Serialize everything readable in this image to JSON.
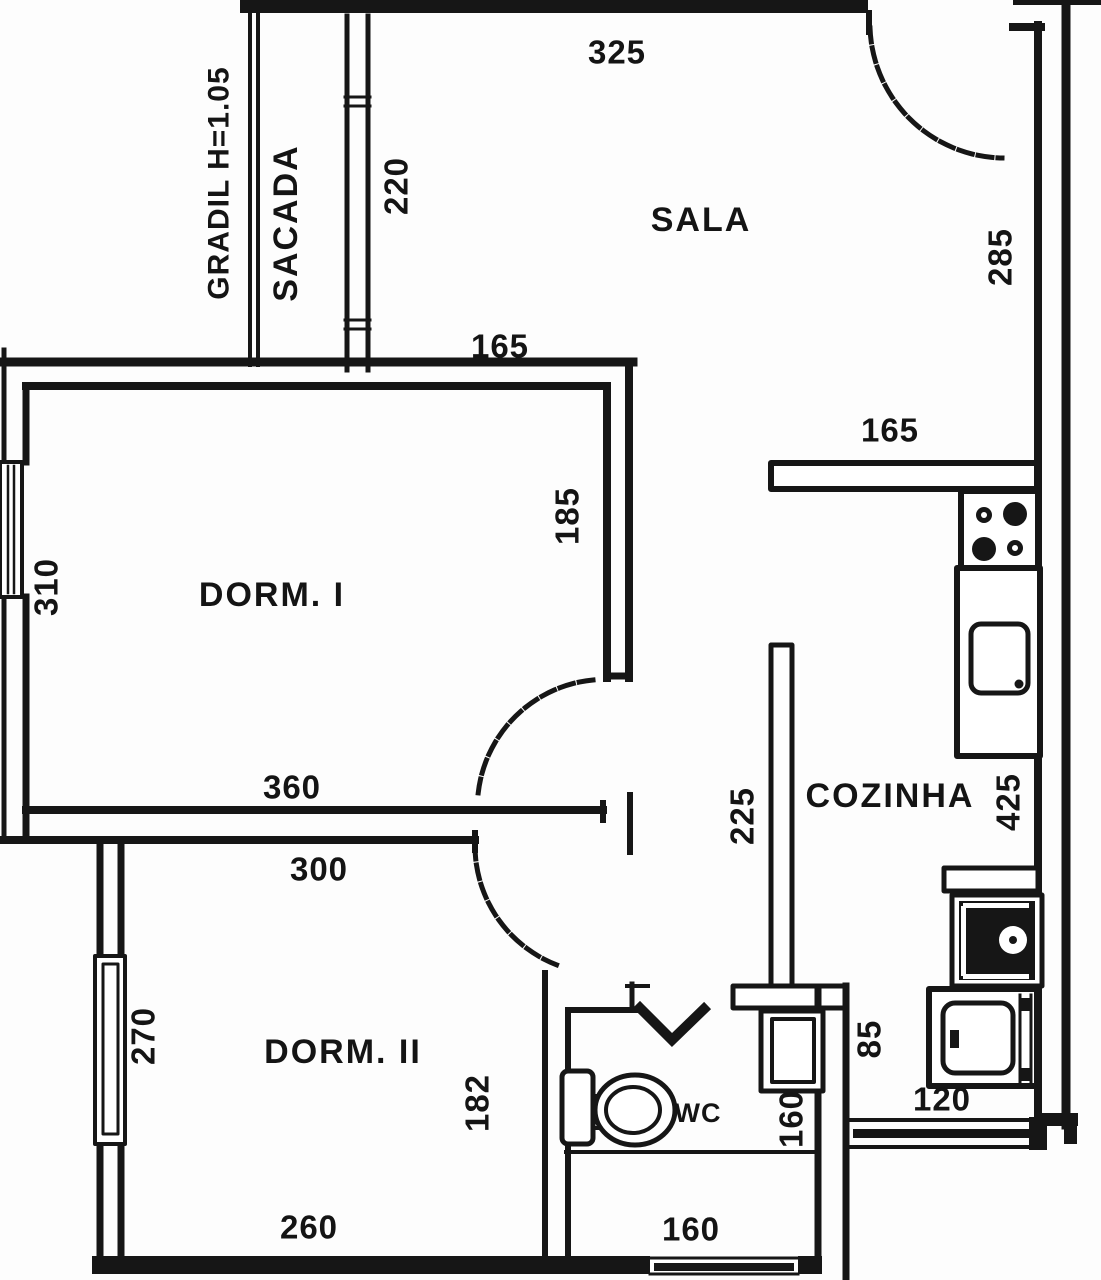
{
  "rooms": {
    "sala": "SALA",
    "sacada": "SACADA",
    "dorm1": "DORM. I",
    "dorm2": "DORM. II",
    "cozinha": "COZINHA",
    "wc": "WC"
  },
  "annotations": {
    "gradil": "GRADIL H=1.05"
  },
  "dimensions": {
    "sala_top": "325",
    "sacada_side": "220",
    "sala_right": "285",
    "sala_left_width": "165",
    "kitchen_top": "165",
    "dorm1_left": "310",
    "dorm1_right": "185",
    "dorm1_bottom": "360",
    "dorm2_top": "300",
    "corridor": "225",
    "kitchen_right": "425",
    "dorm2_left": "270",
    "wc_side": "182",
    "dorm2_bottom": "260",
    "wc_basin": "160",
    "kitchen_passage": "85",
    "kitchen_window": "120",
    "wc_bottom": "160"
  },
  "fixtures": {
    "stove": "stove-burners",
    "kitchen_sink": "kitchen-sink-counter",
    "laundry_tank": "laundry-tank",
    "washer": "washing-machine",
    "toilet": "toilet",
    "basin": "washbasin",
    "shower": "shower-divider"
  }
}
